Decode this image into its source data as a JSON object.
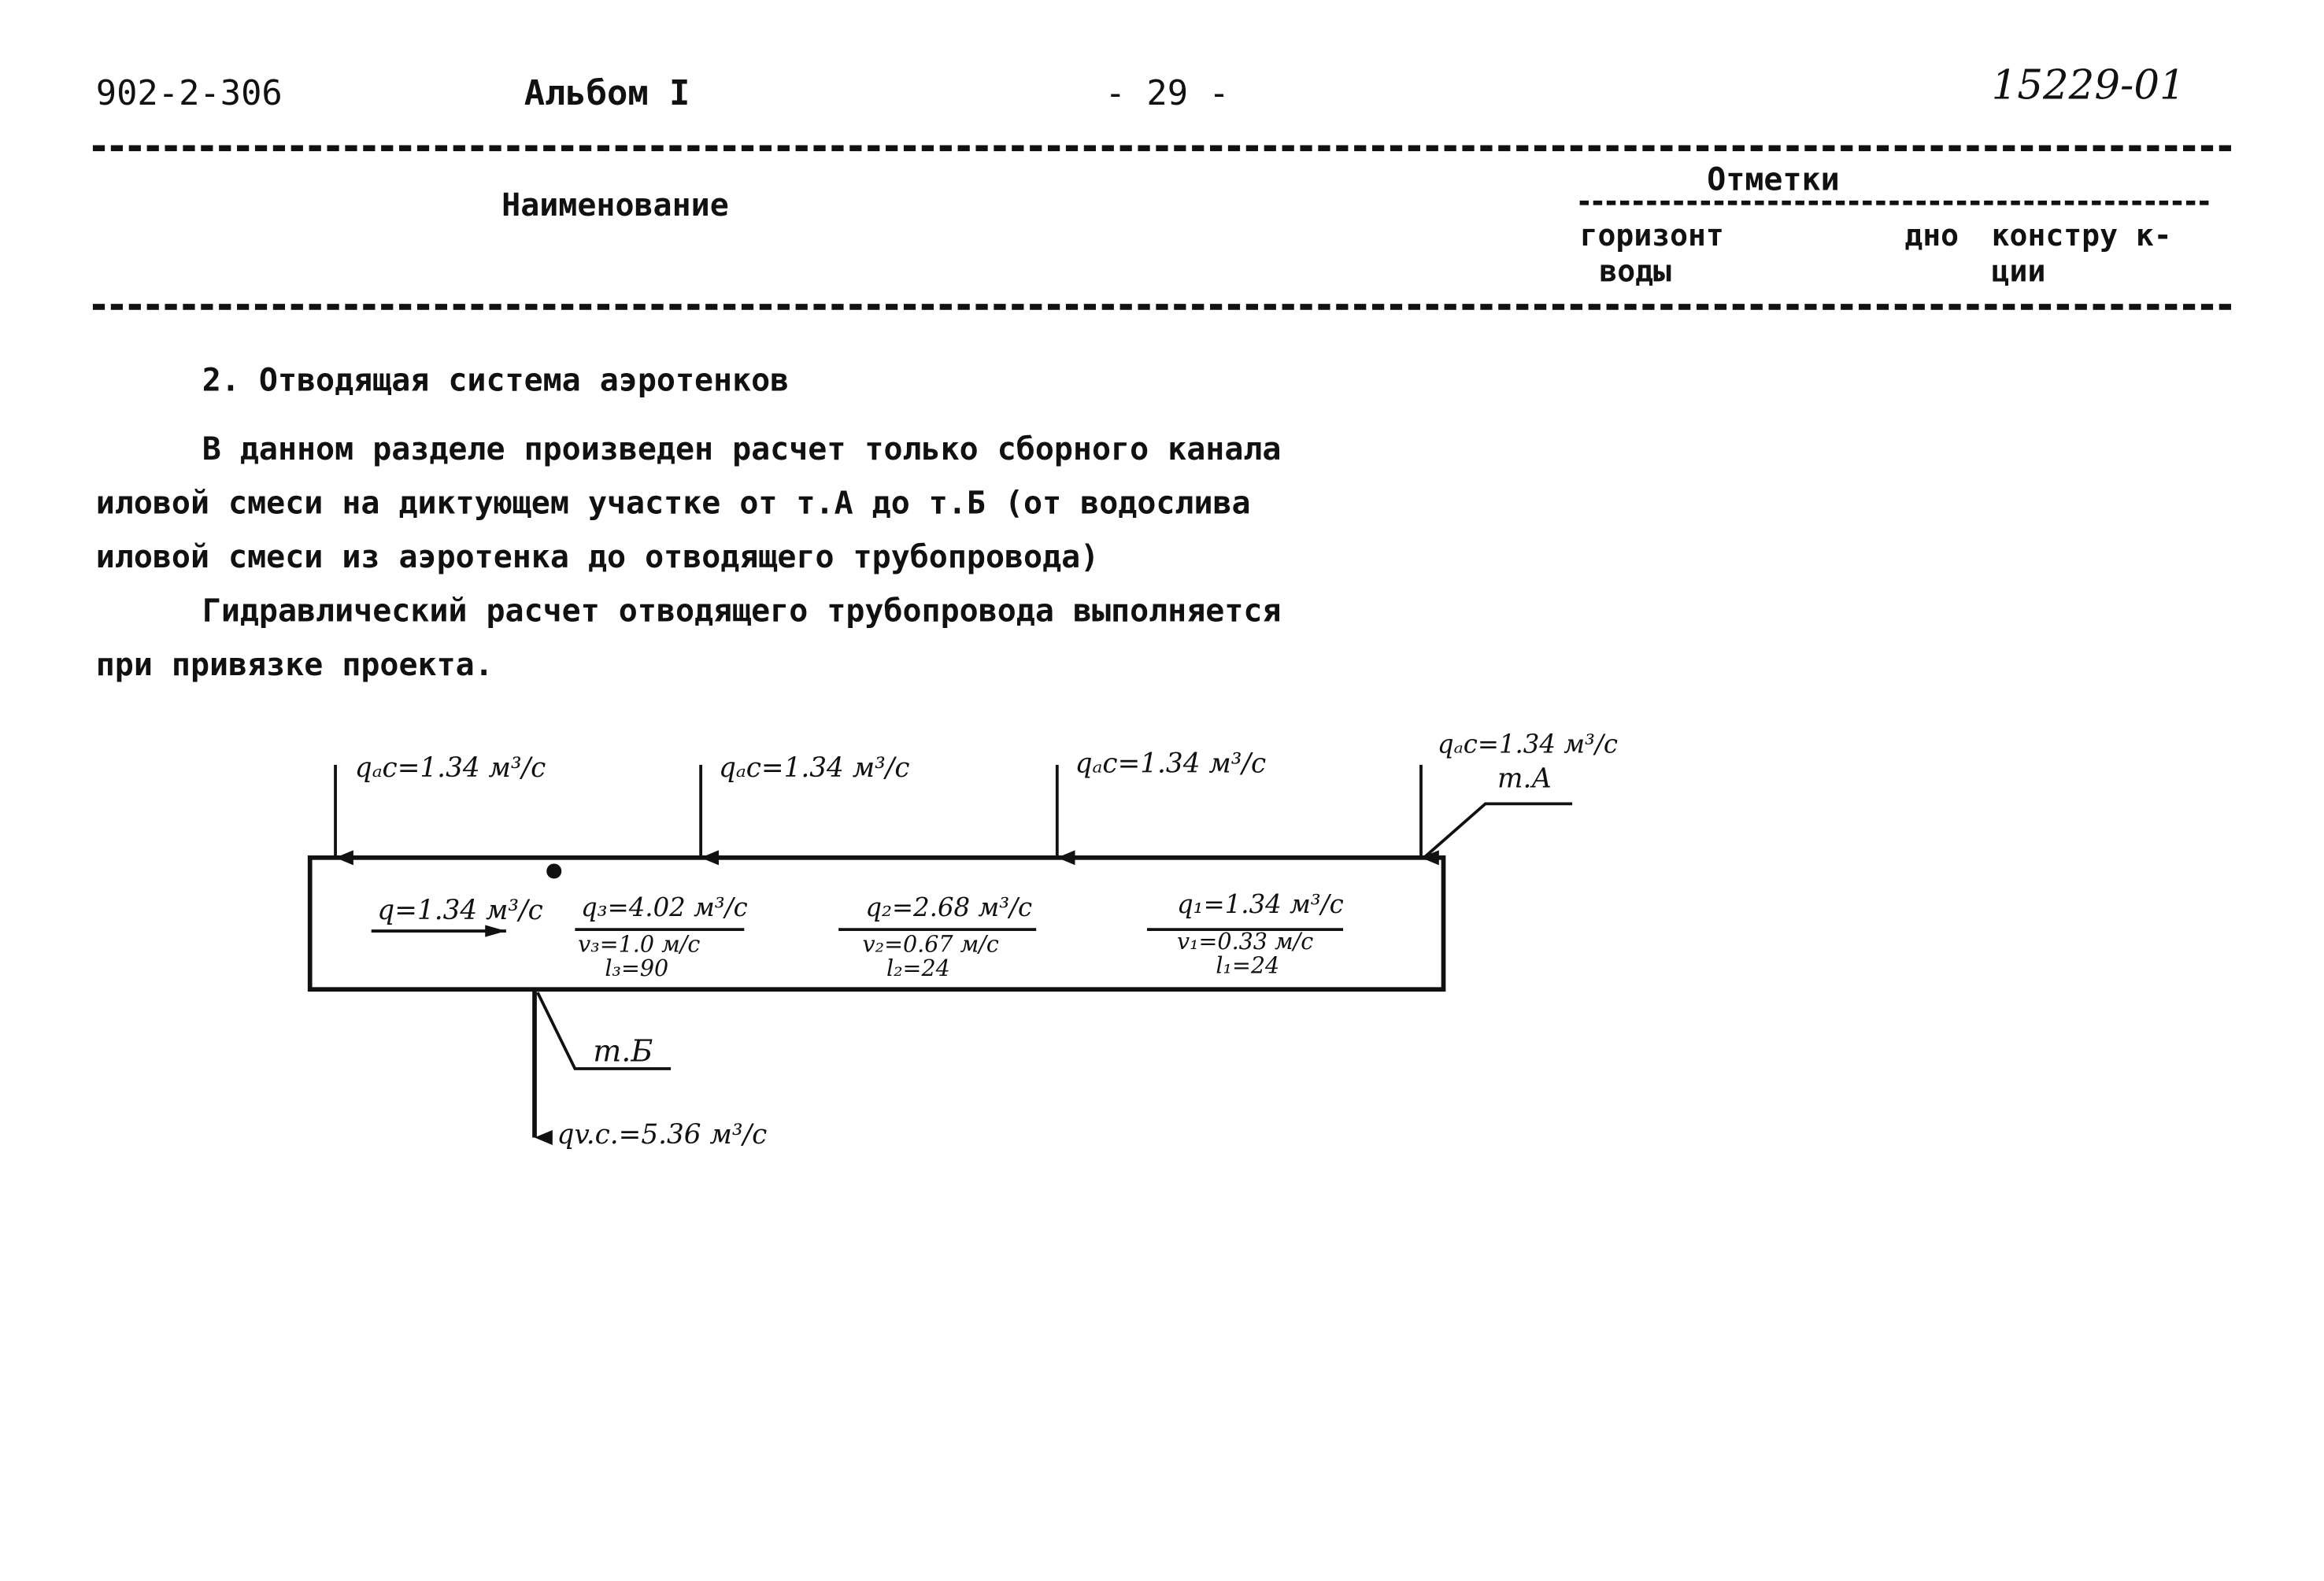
{
  "header": {
    "doc_number": "902-2-306",
    "album": "Альбом I",
    "page_number": "- 29 -",
    "stamp": "15229-01"
  },
  "table_head": {
    "name_col": "Наименование",
    "marks_title": "Отметки",
    "marks_col1": [
      "горизонт",
      "воды"
    ],
    "marks_col2": "дно",
    "marks_col3": [
      "констру к-",
      "ции"
    ]
  },
  "section": {
    "heading": "2. Отводящая система аэротенков",
    "para1": [
      "В данном разделе произведен расчет только сборного канала",
      "иловой смеси на диктующем участке от т.А до т.Б (от водослива",
      "иловой смеси из аэротенка до отводящего трубопровода)"
    ],
    "para2": [
      "Гидравлический расчет отводящего трубопровода выполняется",
      "при привязке проекта."
    ]
  },
  "diagram": {
    "inflows": [
      "qₐc=1.34 м³/с",
      "qₐc=1.34 м³/с",
      "qₐc=1.34 м³/с",
      "qₐc=1.34 м³/с"
    ],
    "point_a": "т.А",
    "point_b": "т.Б",
    "segment_0": {
      "q": "q=1.34 м³/с"
    },
    "segment_3": {
      "q": "q₃=4.02 м³/с",
      "v": "v₃=1.0 м/с",
      "l": "l₃=90"
    },
    "segment_2": {
      "q": "q₂=2.68 м³/с",
      "v": "v₂=0.67 м/с",
      "l": "l₂=24"
    },
    "segment_1": {
      "q": "q₁=1.34 м³/с",
      "v": "v₁=0.33 м/с",
      "l": "l₁=24"
    },
    "outflow": "qv.c.=5.36 м³/с"
  }
}
